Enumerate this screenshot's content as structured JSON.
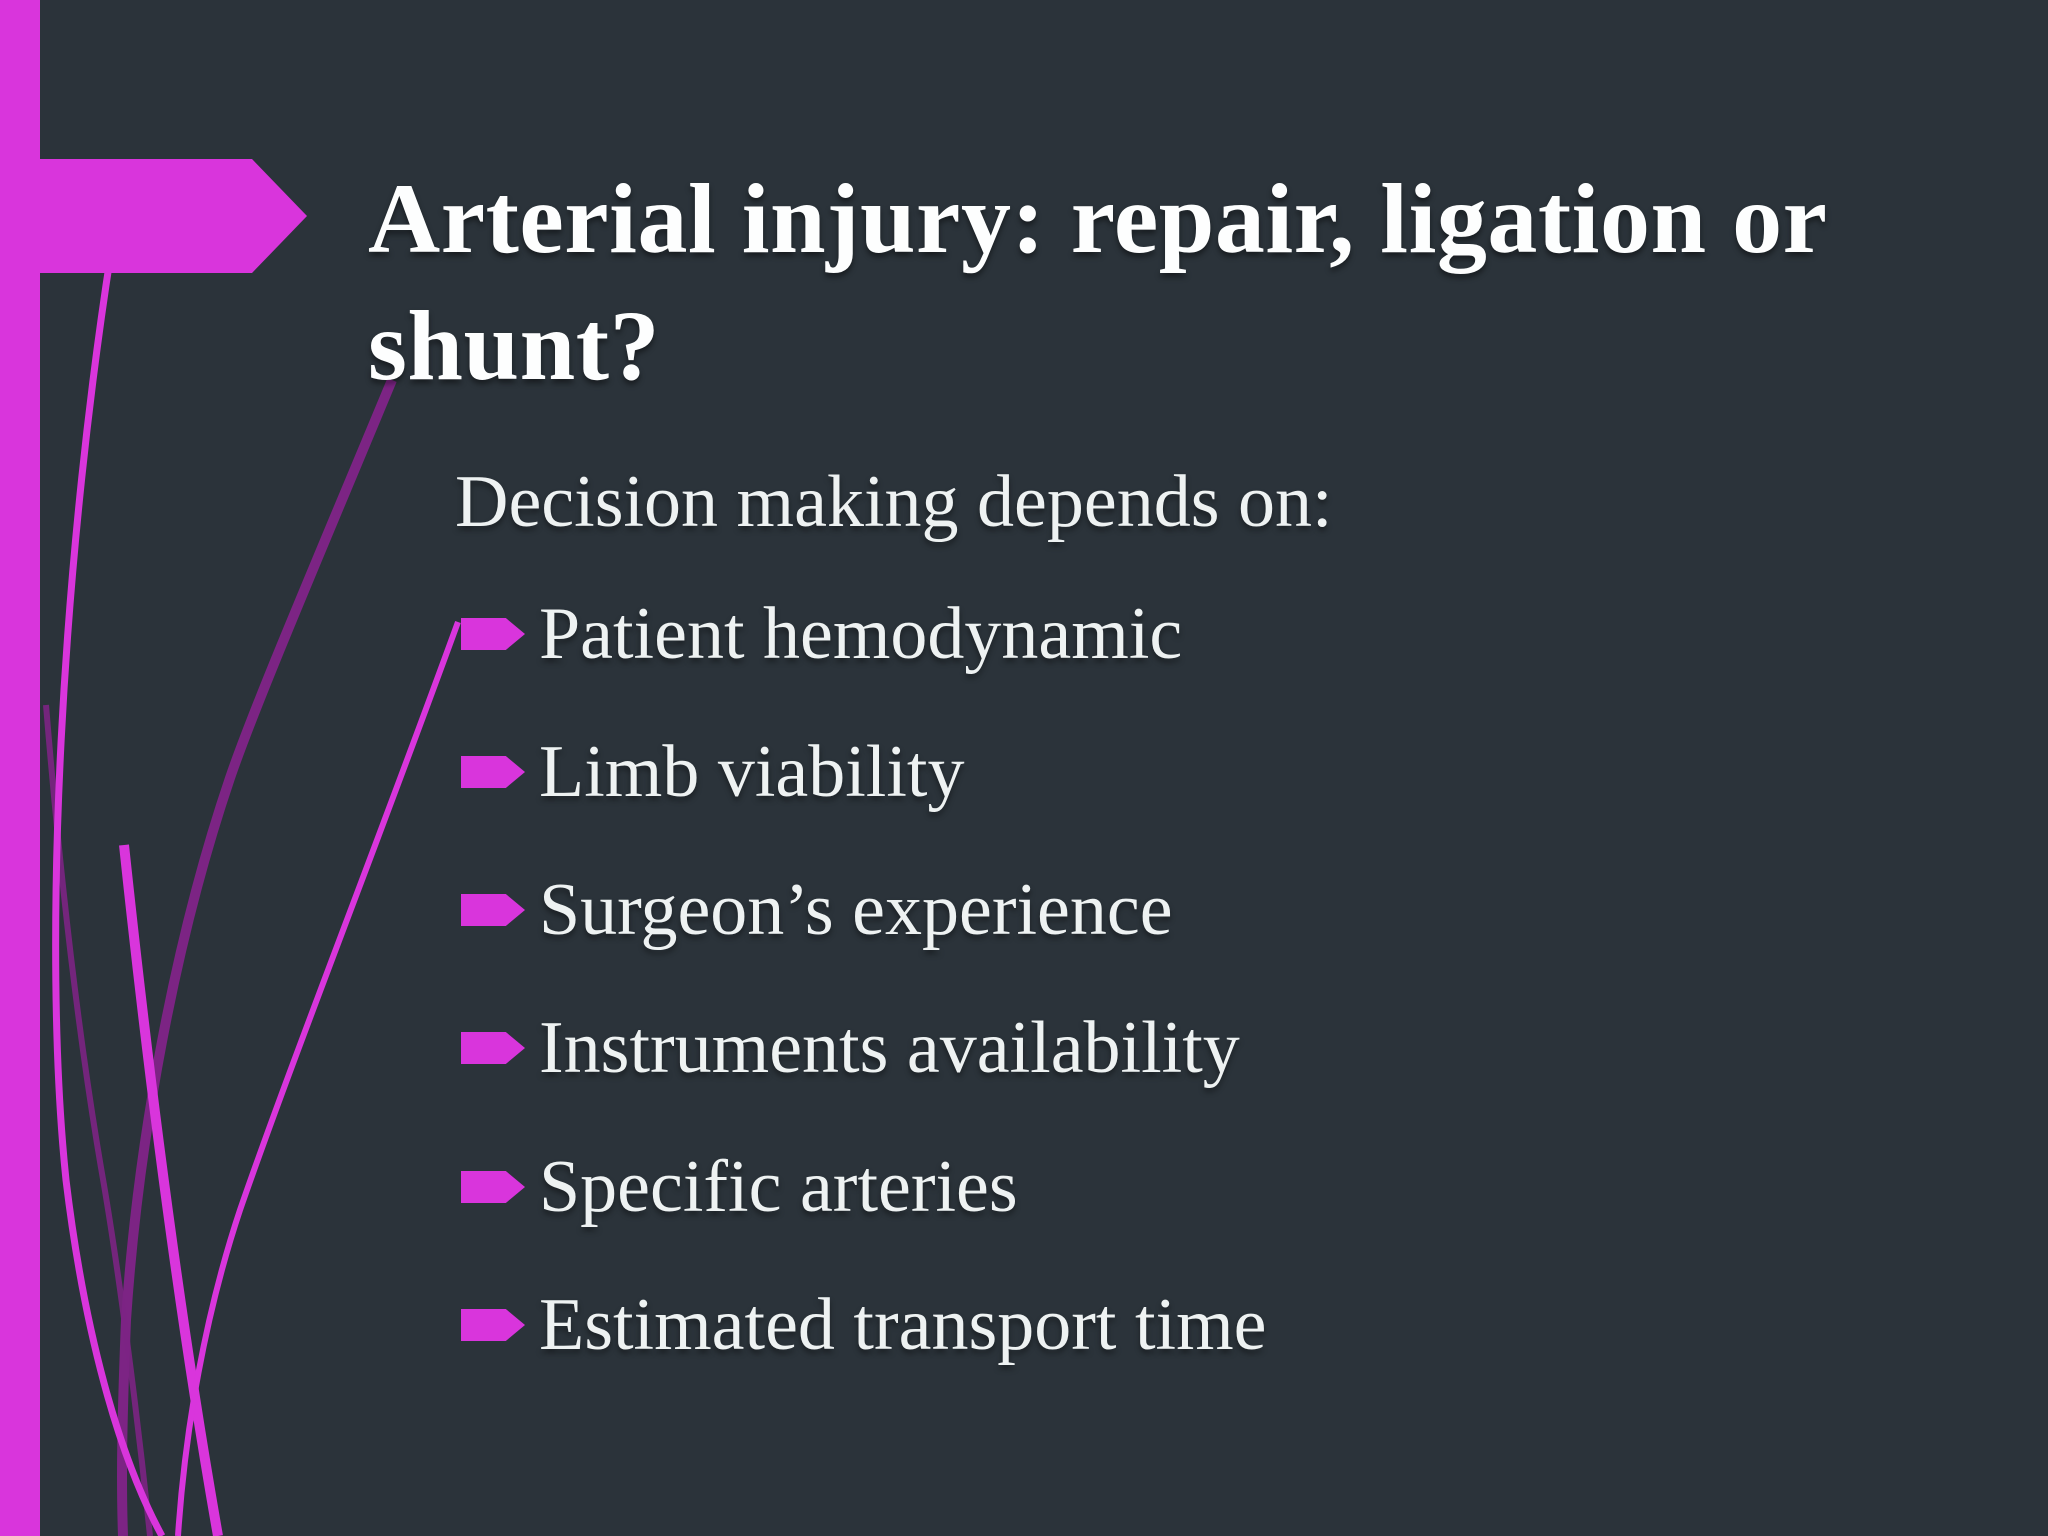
{
  "slide": {
    "title_lines": [
      "Arterial injury: repair, ligation or",
      "shunt?"
    ],
    "subtitle": "Decision making depends on:",
    "bullets": [
      {
        "label": "Patient hemodynamic"
      },
      {
        "label": "Limb viability"
      },
      {
        "label": "Surgeon’s experience"
      },
      {
        "label": "Instruments availability"
      },
      {
        "label": "Specific arteries"
      },
      {
        "label": "Estimated transport time"
      }
    ],
    "icons": {
      "bullet": "right-arrow-tag-icon",
      "title_marker": "right-arrow-band-icon"
    },
    "colors": {
      "background": "#2B333A",
      "accent": "#D935DC",
      "accent_dark": "#7C2484",
      "title_text": "#FDFEFE",
      "body_text": "#EEF2F2"
    }
  }
}
